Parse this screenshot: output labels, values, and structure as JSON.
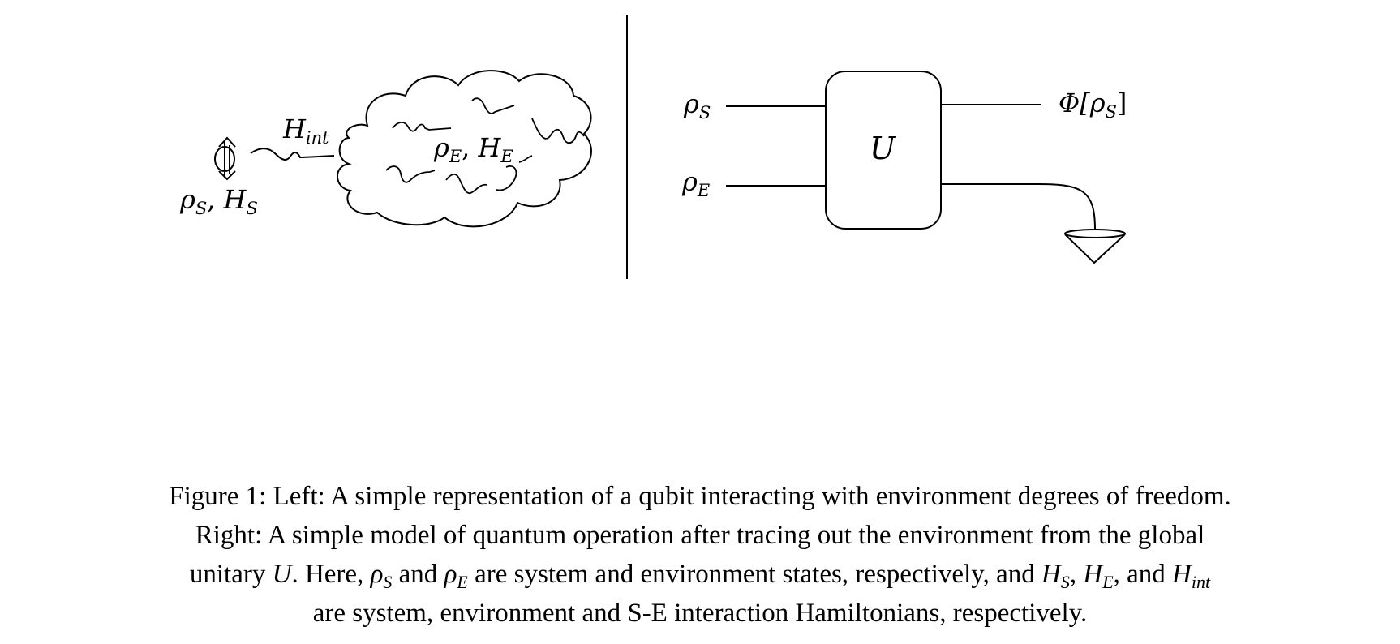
{
  "left_panel": {
    "system_label": {
      "sym": "ρ",
      "sub": "S",
      "sep": ", ",
      "sym2": "H",
      "sub2": "S"
    },
    "interaction_label": {
      "sym": "H",
      "sub": "int"
    },
    "environment_label": {
      "sym": "ρ",
      "sub": "E",
      "sep": ", ",
      "sym2": "H",
      "sub2": "E"
    }
  },
  "right_panel": {
    "input_system": {
      "sym": "ρ",
      "sub": "S"
    },
    "input_env": {
      "sym": "ρ",
      "sub": "E"
    },
    "unitary_label": "U",
    "output_label": {
      "pre": "Φ[",
      "sym": "ρ",
      "sub": "S",
      "post": "]"
    }
  },
  "caption": {
    "t1": "Figure 1: Left: A simple representation of a qubit interacting with environment degrees of freedom.",
    "t2": "Right: A simple model of quantum operation after tracing out the environment from the global",
    "t3a": "unitary ",
    "U": "U",
    "t3b": ". Here, ",
    "rho": "ρ",
    "S": "S",
    "E": "E",
    "H": "H",
    "int": "int",
    "and": " and ",
    "t3c": " are system and environment states, respectively, and ",
    "comma": ", ",
    "t3d": ", and ",
    "t4": "are system, environment and S-E interaction Hamiltonians, respectively."
  }
}
